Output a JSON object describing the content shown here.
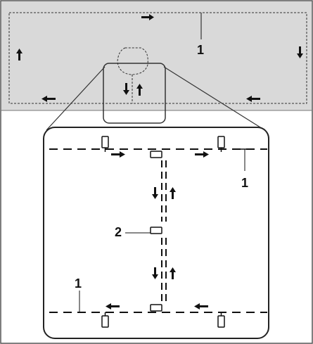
{
  "colors": {
    "frame": "#555555",
    "lawn": "#d9d9d9",
    "wire": "#111111",
    "background": "#ffffff"
  },
  "labels": {
    "overview_wire": "1",
    "detail_wire_top": "1",
    "detail_wire_bottom": "1",
    "detail_guide": "2"
  },
  "icons": {
    "arrow": "arrow-icon",
    "pin": "wire-pin-icon"
  }
}
